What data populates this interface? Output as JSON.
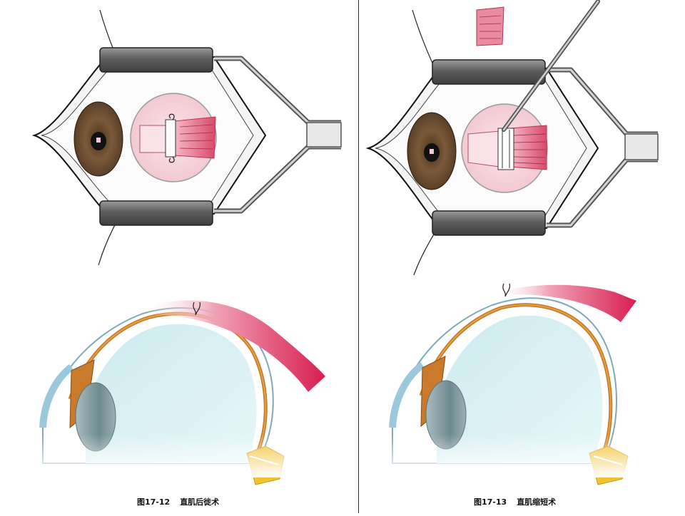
{
  "figures": [
    {
      "number": "图17-12",
      "title": "直肌后徙术"
    },
    {
      "number": "图17-13",
      "title": "直肌缩短术"
    }
  ],
  "colors": {
    "iris": "#7a5a3a",
    "muscle": "#d94a6a",
    "sclera": "#f2c9d2",
    "clamp": "#6b6b6b",
    "globe": "#d8f0f2",
    "lens": "#7e9aa0",
    "choroid": "#c97a2a",
    "fat": "#f2c232"
  }
}
